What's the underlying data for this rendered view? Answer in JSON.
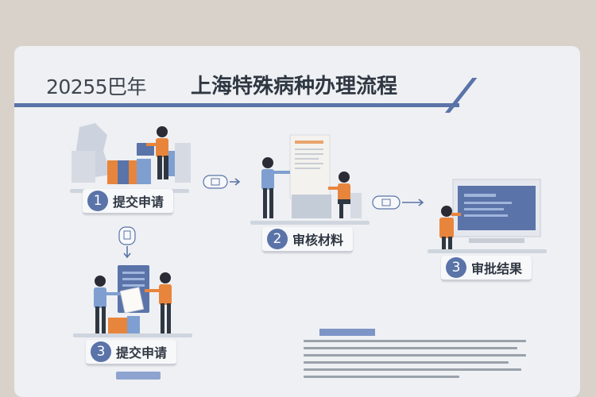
{
  "title": {
    "year": "20255巴年",
    "main": "上海特殊病种办理流程"
  },
  "steps": [
    {
      "number": "1",
      "label": "提交申请"
    },
    {
      "number": "2",
      "label": "审核材料"
    },
    {
      "number": "3",
      "label": "审批结果"
    },
    {
      "number": "3",
      "label": "提交申请"
    }
  ],
  "colors": {
    "accent": "#5a73a8",
    "orange": "#e8853d",
    "blue_shirt": "#7f9fd0",
    "background": "#eef0f3",
    "outer": "#d8d2ca"
  },
  "icons": [
    "document-arrow-icon",
    "arrow-right-icon",
    "arrow-down-icon"
  ]
}
